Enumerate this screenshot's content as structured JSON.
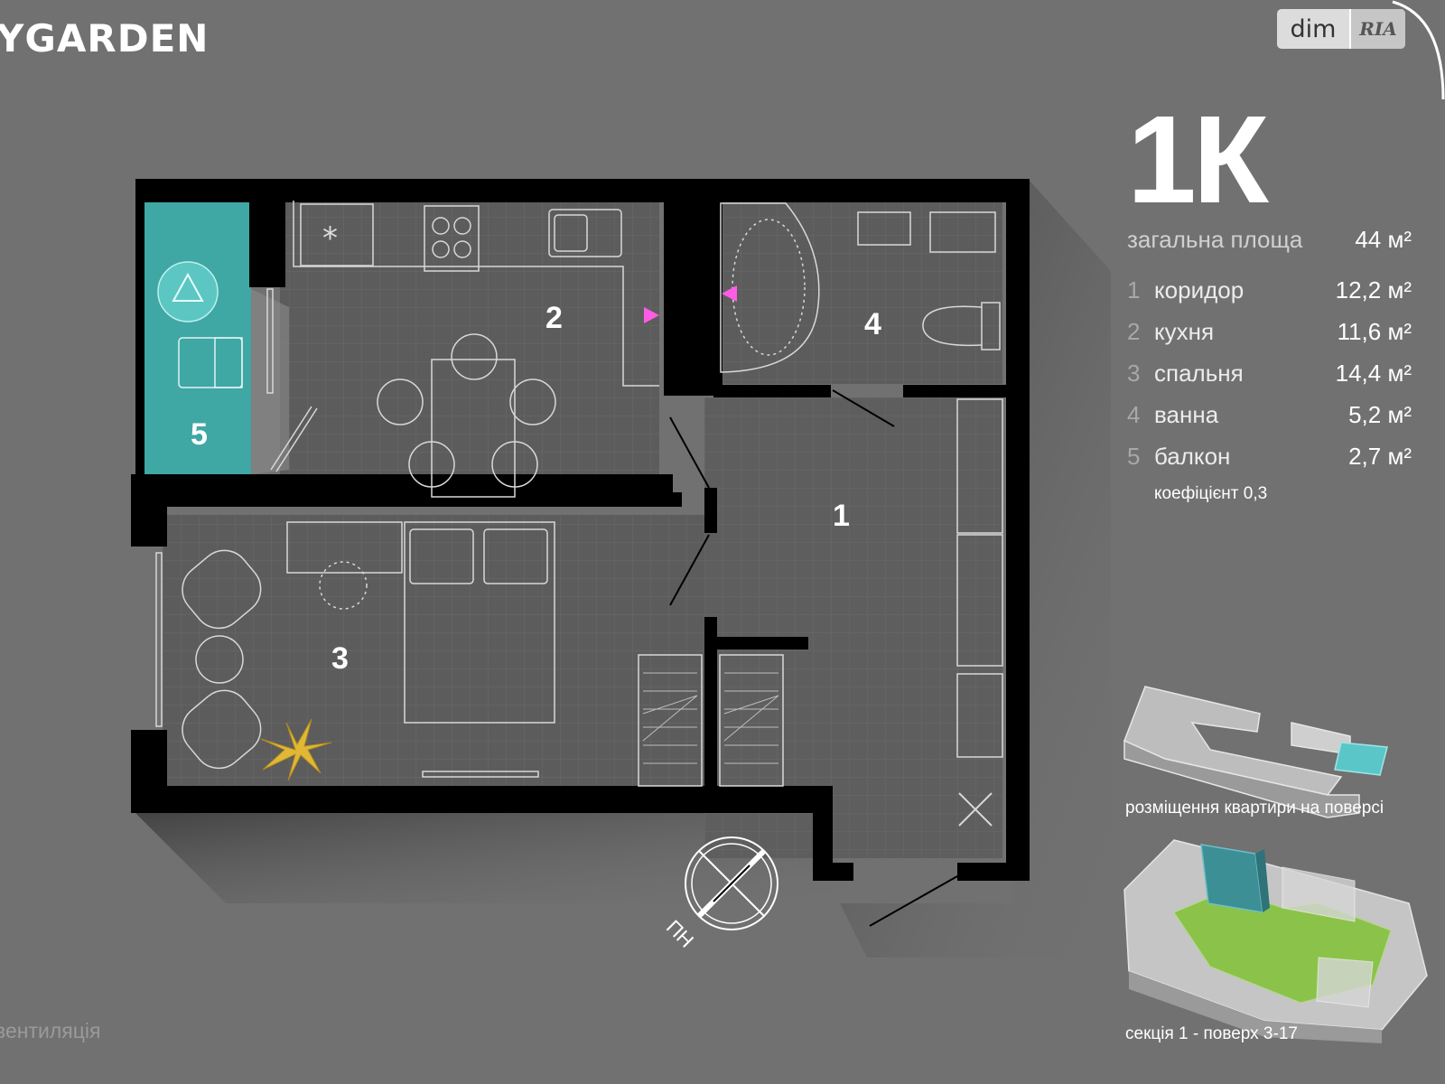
{
  "brand": "YGARDEN",
  "badge": {
    "left": "dim",
    "right": "RIA"
  },
  "apartment": {
    "type": "1К",
    "total_label": "загальна площа",
    "total_value": "44 м²",
    "rooms": [
      {
        "num": "1",
        "name": "коридор",
        "area": "12,2 м²"
      },
      {
        "num": "2",
        "name": "кухня",
        "area": "11,6 м²"
      },
      {
        "num": "3",
        "name": "спальня",
        "area": "14,4 м²"
      },
      {
        "num": "4",
        "name": "ванна",
        "area": "5,2 м²"
      },
      {
        "num": "5",
        "name": "балкон",
        "area": "2,7 м²"
      }
    ],
    "coefficient": "коефіцієнт 0,3"
  },
  "plan_labels": {
    "room1": "1",
    "room2": "2",
    "room3": "3",
    "room4": "4",
    "room5": "5"
  },
  "compass_label": "ПН",
  "floor_location_caption": "розміщення квартири на поверсі",
  "section_caption": "секція 1 - поверх 3-17",
  "footer_note": "вентиляція",
  "colors": {
    "background": "#717171",
    "wall": "#000000",
    "floor": "#5a5a5a",
    "balcony": "#3fa7a4",
    "accent_magenta": "#ff5ce6",
    "green": "#8bc34a",
    "teal_block": "#3d8f96"
  }
}
